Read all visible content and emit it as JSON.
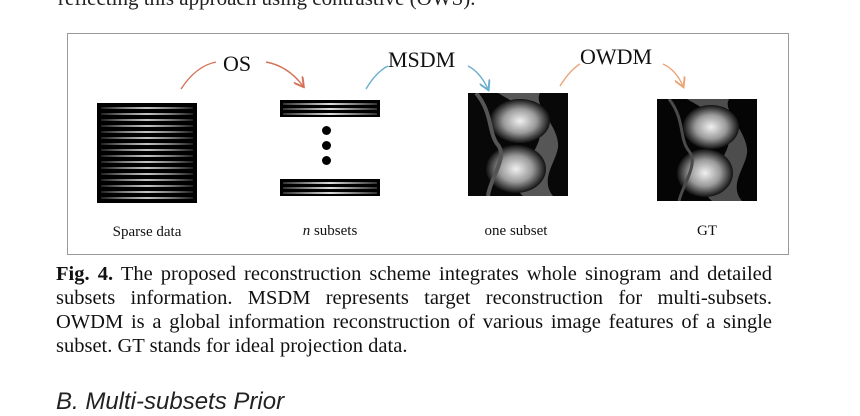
{
  "top_text_partial": "reflecting this approach using contrastive (OWS).",
  "figure": {
    "steps": [
      {
        "label": "OS",
        "arrow_color": "#d4735a"
      },
      {
        "label": "MSDM",
        "arrow_color": "#6aaed0"
      },
      {
        "label": "OWDM",
        "arrow_color": "#eba67a"
      }
    ],
    "panels": [
      {
        "label": "Sparse data"
      },
      {
        "label_italic": "n",
        "label": " subsets"
      },
      {
        "label": "one subset"
      },
      {
        "label": "GT"
      }
    ]
  },
  "caption": {
    "prefix": "Fig. 4.",
    "text": " The proposed reconstruction scheme integrates whole sinogram and detailed subsets information. MSDM represents target reconstruction for multi-subsets. OWDM is a global information reconstruction of various image features of a single subset. GT stands for ideal projection data."
  },
  "next_heading": "B.  Multi-subsets Prior"
}
